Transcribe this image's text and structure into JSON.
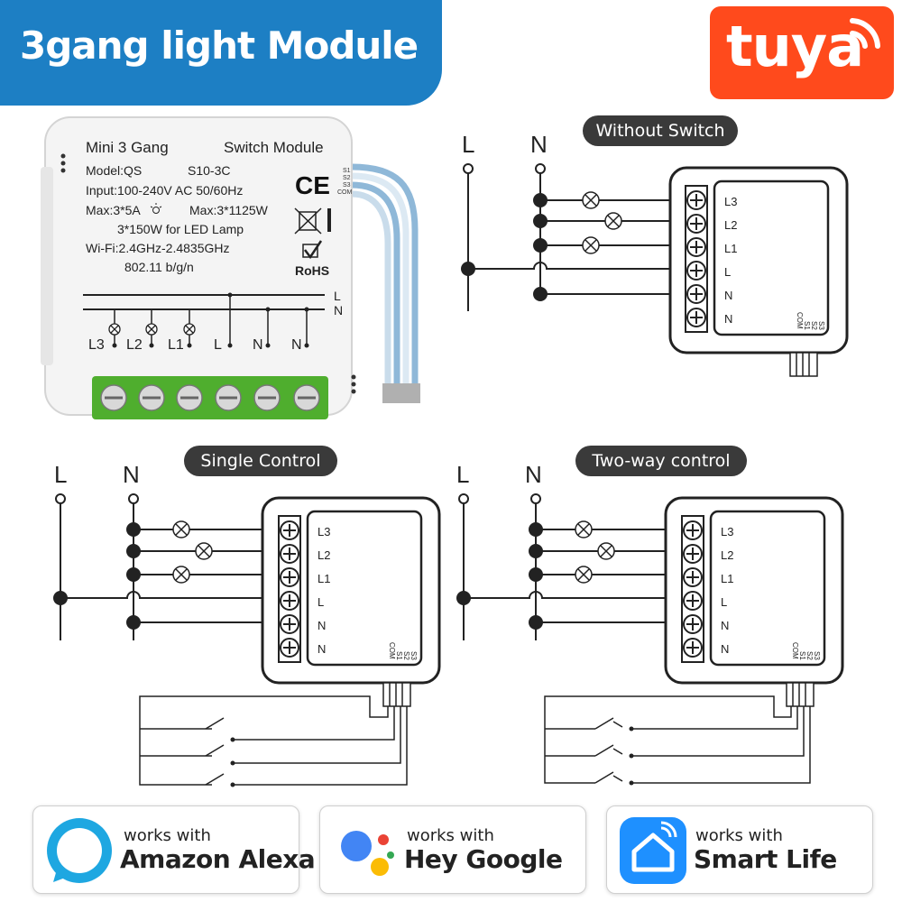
{
  "header": {
    "title": "3gang light Module"
  },
  "brand": {
    "logo_text": "tuya",
    "color": "#ff4a1c"
  },
  "device": {
    "line1_left": "Mini 3 Gang",
    "line1_right": "Switch Module",
    "model": "Model:QS",
    "model_code": "S10-3C",
    "input": "Input:100-240V AC  50/60Hz",
    "max_left": "Max:3*5A",
    "max_right": "Max:3*1125W",
    "led": "3*150W for LED Lamp",
    "wifi": "Wi-Fi:2.4GHz-2.4835GHz",
    "wifi_std": "802.11 b/g/n",
    "ce": "CE",
    "rohs": "RoHS",
    "s_labels": [
      "S1",
      "S2",
      "S3",
      "COM"
    ],
    "rail_L": "L",
    "rail_N": "N",
    "terminals": [
      "L3",
      "L2",
      "L1",
      "L",
      "N",
      "N"
    ]
  },
  "diagrams": {
    "without_switch": "Without Switch",
    "single_control": "Single Control",
    "two_way": "Two-way control",
    "supply_L": "L",
    "supply_N": "N",
    "terminals": [
      "L3",
      "L2",
      "L1",
      "L",
      "N",
      "N"
    ],
    "switch_pins": [
      "COM",
      "S1",
      "S2",
      "S3"
    ]
  },
  "badges": [
    {
      "small": "works with",
      "big": "Amazon Alexa",
      "icon": "alexa-icon"
    },
    {
      "small": "works with",
      "big": "Hey Google",
      "icon": "google-assistant-icon"
    },
    {
      "small": "works with",
      "big": "Smart Life",
      "icon": "smart-life-icon"
    }
  ]
}
